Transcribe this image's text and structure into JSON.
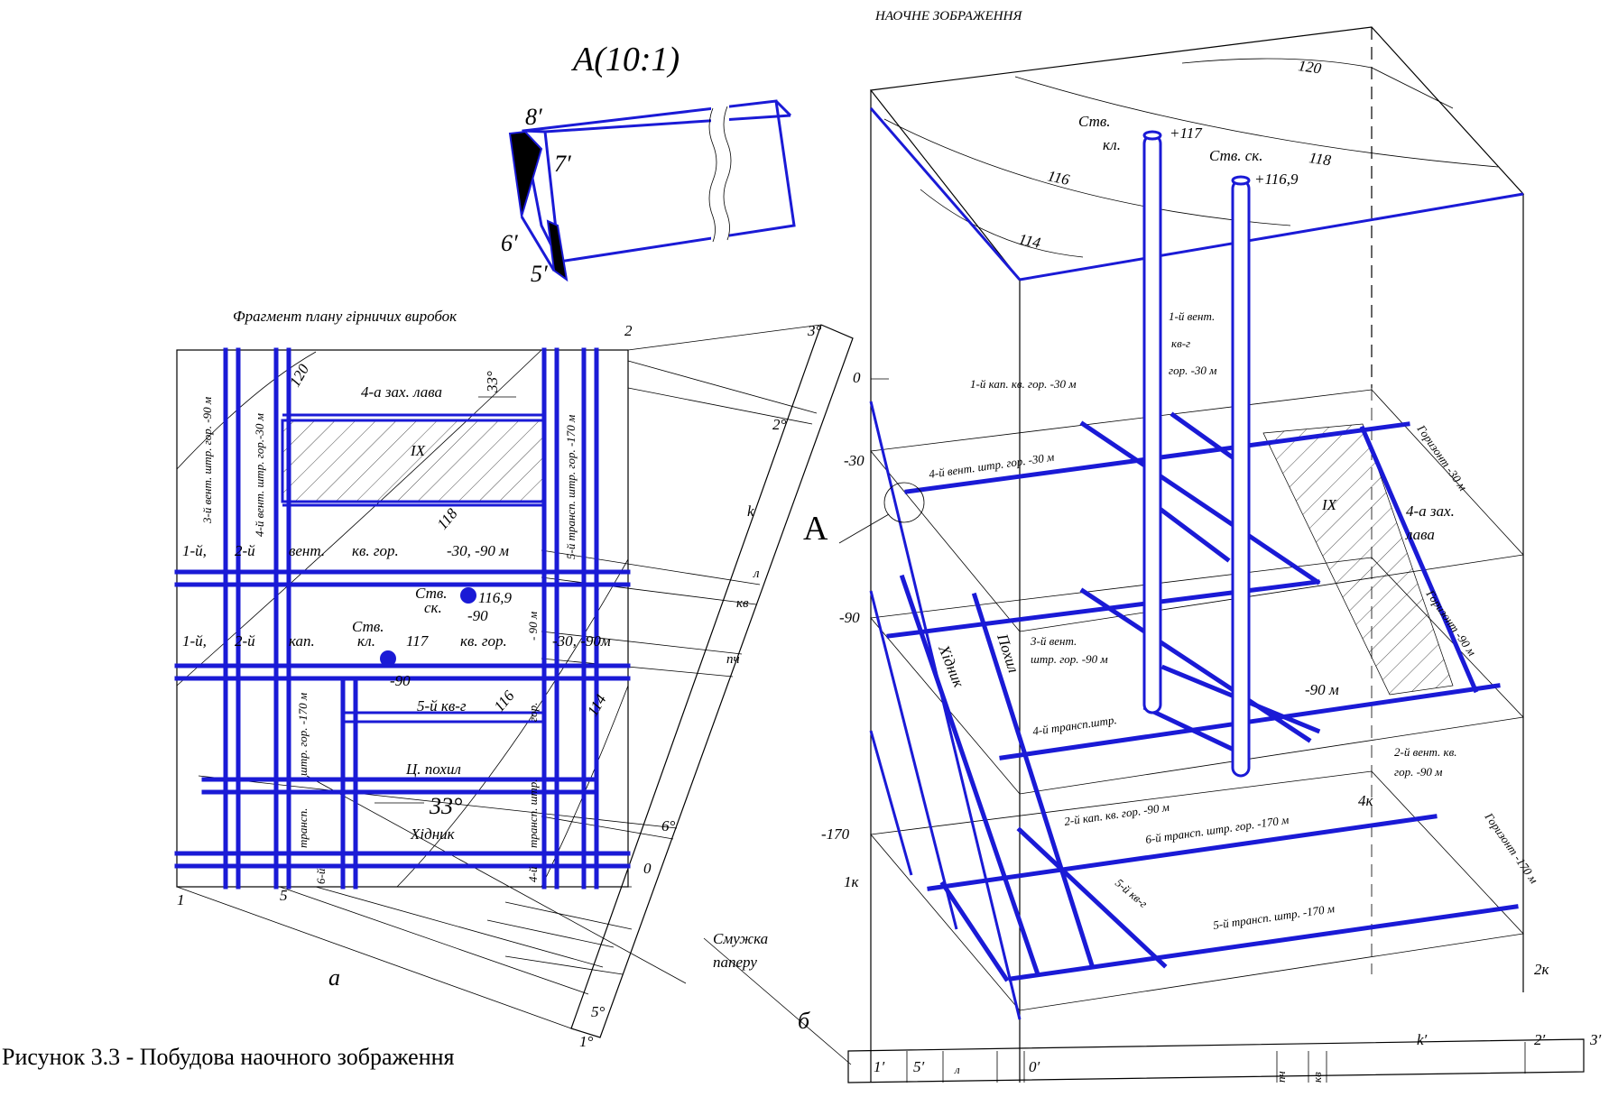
{
  "header": {
    "title": "НАОЧНЕ ЗОБРАЖЕННЯ"
  },
  "detail": {
    "title": "A(10:1)",
    "points": [
      "8′",
      "7′",
      "6′",
      "5′"
    ]
  },
  "plan": {
    "title": "Фрагмент плану гірничих виробок",
    "sublabel": "а",
    "workings": {
      "lava": "4-а зах. лава",
      "panel": "IX",
      "row1": [
        "1-й,",
        "2-й",
        "вент.",
        "кв. гор.",
        "-30, -90 м"
      ],
      "row2": [
        "1-й,",
        "2-й",
        "кап.",
        "кв. гор.",
        "-30, -90м"
      ],
      "kv5": "5-й кв-г",
      "pokhyl": "Ц. похил",
      "khidnyk": "Хідник",
      "angle_top": "33°",
      "angle_bottom": "33°",
      "shaft_sk": [
        "Ств.",
        "ск.",
        "116,9",
        "-90"
      ],
      "shaft_kl": [
        "Ств.",
        "кл.",
        "117",
        "-90"
      ],
      "v_left1": "3-й вент. штр. гор. -90 м",
      "v_left2": "4-й вент. штр. гор.-30 м",
      "v_right": "5-й трансп. штр. гор. -170 м",
      "v_mid": "штр. гор. -170 м",
      "v_trans": "трансп.",
      "v_6": "6-й",
      "v_4": "4-й",
      "v_trans2": "трансп. штр.",
      "v_gor": "гор.",
      "v_90": "- 90 м",
      "contours": [
        "120",
        "118",
        "116",
        "114"
      ],
      "corners": [
        "1",
        "5",
        "2",
        "3°",
        "2°",
        "6°",
        "0",
        "5°",
        "1°"
      ],
      "strip_marks": [
        "k",
        "л",
        "кв",
        "пч"
      ]
    }
  },
  "view": {
    "sublabel": "б",
    "levels": [
      "0",
      "-30",
      "-90",
      "-170",
      "1к",
      "2к",
      "4к"
    ],
    "surface_contours": [
      "120",
      "118",
      "116",
      "114"
    ],
    "shaft_kl": [
      "Ств.",
      "кл.",
      "+117"
    ],
    "shaft_sk": [
      "Ств. ск.",
      "+116,9"
    ],
    "labels": {
      "vent1": [
        "1-й вент.",
        "кв-г",
        "гор. -30 м"
      ],
      "kap1": "1-й кап. кв. гор. -30 м",
      "vent4": "4-й вент. штр. гор. -30 м",
      "hor30": "Горизонт -30 м",
      "hor90": "Горизонт -90 м",
      "hor170": "Горизонт -170 м",
      "panel": "IX",
      "lava": [
        "4-а зах.",
        "лава"
      ],
      "vent3": [
        "3-й вент.",
        "штр. гор. -90 м"
      ],
      "khidnyk": "Хідник",
      "pokhyl": "Похил",
      "m90": "-90 м",
      "trans4": "4-й трансп.штр.",
      "vent2": [
        "2-й вент. кв.",
        "гор. -90 м"
      ],
      "kap2": "2-й кап. кв. гор. -90 м",
      "trans6": "6-й трансп. штр. гор. -170 м",
      "kv5": "5-й кв-г",
      "trans5": "5-й трансп. штр. -170 м",
      "A": "A"
    },
    "strip_label": [
      "Смужка",
      "паперу"
    ],
    "strip_marks": [
      "1′",
      "5′",
      "л",
      "0′",
      "пч",
      "кв",
      "k′",
      "2′",
      "3′"
    ]
  },
  "caption": "Рисунок 3.3 - Побудова наочного зображення",
  "colors": {
    "workings": "#1a1ad6",
    "lines": "#000000"
  }
}
